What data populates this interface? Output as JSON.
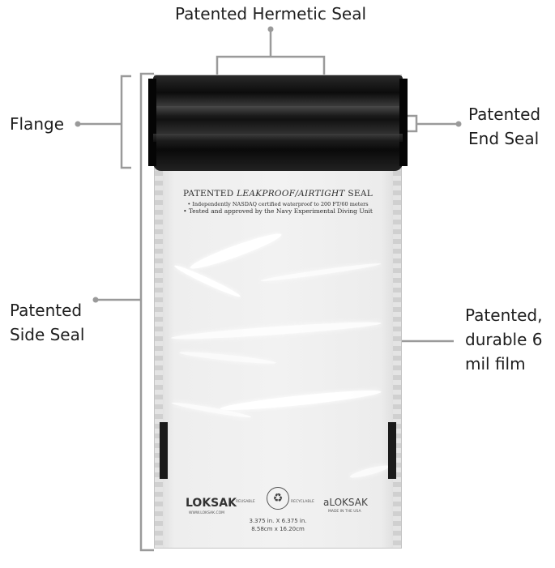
{
  "labels": {
    "hermetic_seal": "Patented Hermetic Seal",
    "flange": "Flange",
    "end_seal_line1": "Patented",
    "end_seal_line2": "End Seal",
    "side_seal_line1": "Patented",
    "side_seal_line2": "Side Seal",
    "film_line1": "Patented,",
    "film_line2": "durable 6",
    "film_line3": "mil film"
  },
  "bag_print": {
    "title_prefix": "PATENTED ",
    "title_emphasis": "LEAKPROOF/AIRTIGHT",
    "title_suffix": " SEAL",
    "line1": "• Independently NASDAQ certified waterproof to 200 FT/60 meters",
    "line2": "• Tested and approved by the Navy Experimental Diving Unit",
    "brand_left": "LOKSAK",
    "brand_left_url": "WWW.LOKSAK.COM",
    "reusable": "REUSABLE",
    "recyclable": "RECYCLABLE",
    "brand_right": "aLOKSAK",
    "made_in": "MADE IN THE USA",
    "dims_in": "3.375 in. X 6.375 in.",
    "dims_cm": "8.58cm x 16.20cm"
  },
  "colors": {
    "leader_line": "#9a9a9a",
    "seal_band": "#111111",
    "film": "#efefef"
  },
  "icons": {
    "recycle": "recycle-icon"
  }
}
